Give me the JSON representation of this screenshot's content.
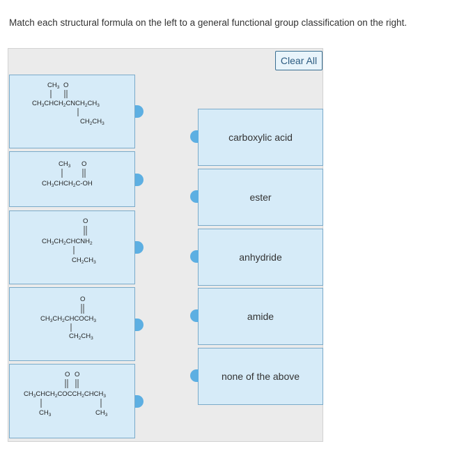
{
  "instruction": "Match each structural formula on the left to a general functional group classification on the right.",
  "clear_all_label": "Clear All",
  "formulas": [
    {
      "top_ch3": "CH3",
      "top_o": "O",
      "main": "CH3CHCH2CNCH2CH3",
      "bottom": "CH2CH3"
    },
    {
      "top_ch3": "CH3",
      "top_o": "O",
      "main": "CH3CHCH2C-OH"
    },
    {
      "top_o": "O",
      "main": "CH3CH2CHCNH2",
      "bottom": "CH2CH3"
    },
    {
      "top_o": "O",
      "main": "CH3CH2CHCOCH3",
      "bottom": "CH2CH3"
    },
    {
      "top_o1": "O",
      "top_o2": "O",
      "main": "CH3CHCH2COCCH2CHCH3",
      "bottom_left": "CH3",
      "bottom_right": "CH3"
    }
  ],
  "categories": [
    "carboxylic acid",
    "ester",
    "anhydride",
    "amide",
    "none of the above"
  ]
}
